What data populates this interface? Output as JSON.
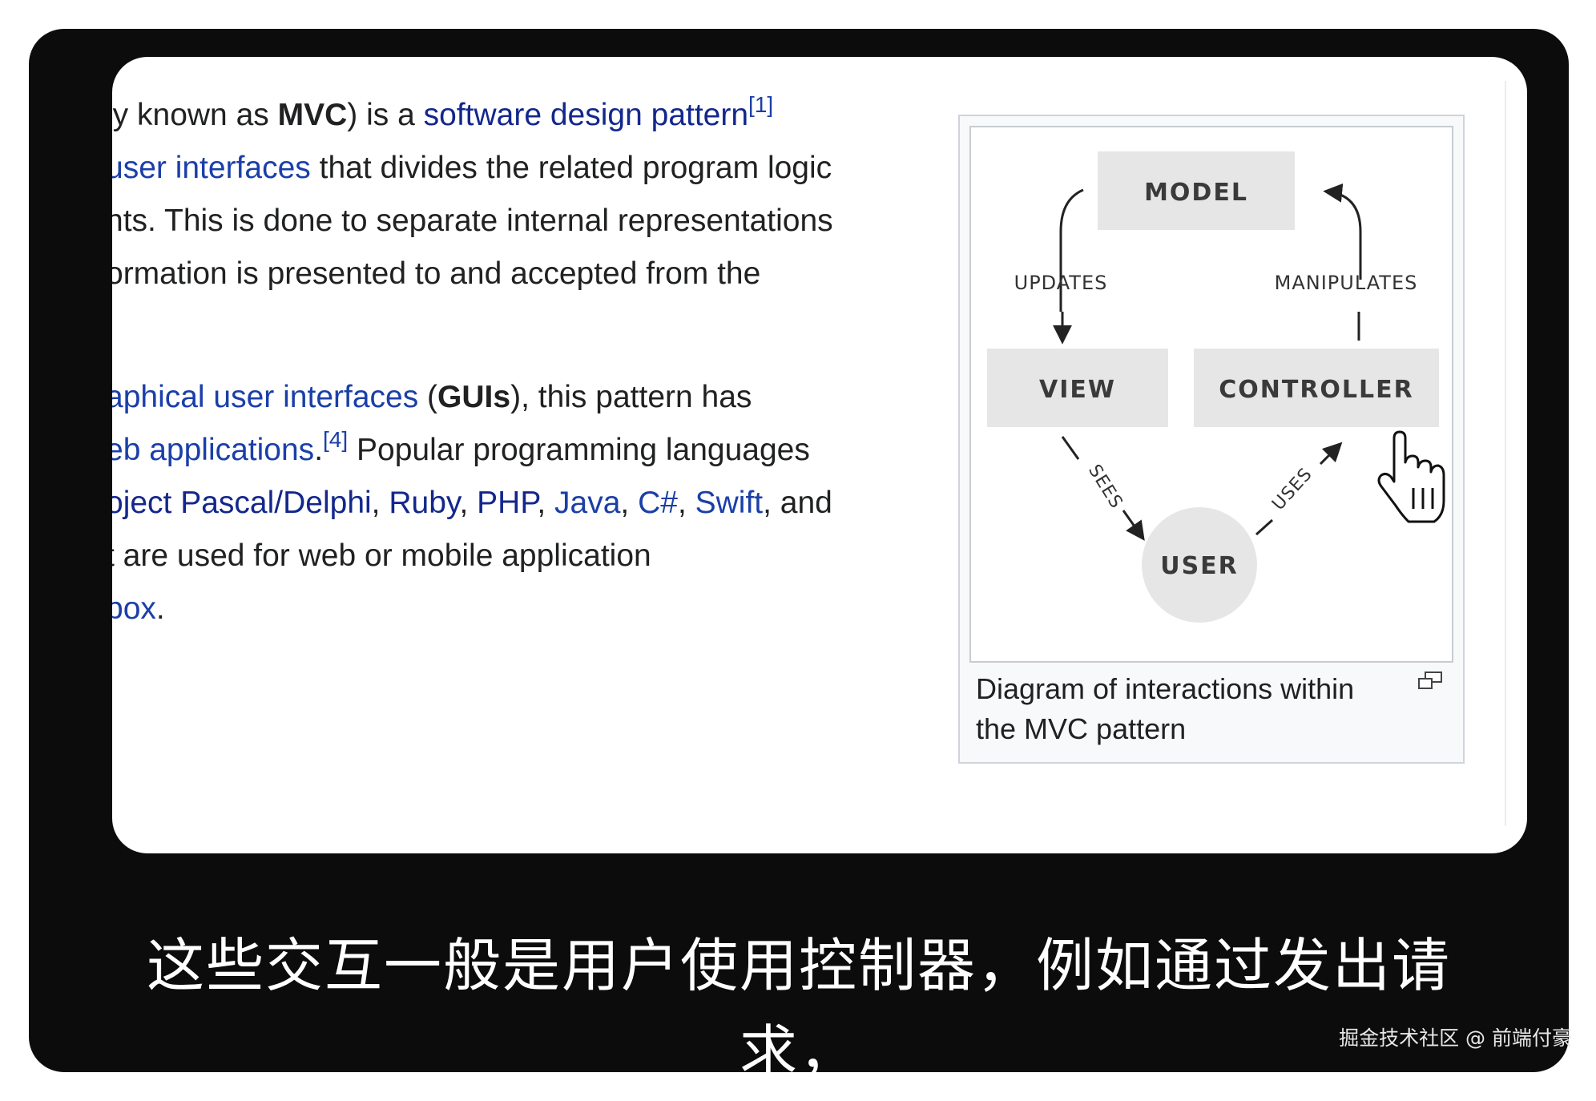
{
  "article": {
    "p1": {
      "l1": {
        "t1": "ly known as ",
        "b1": "MVC",
        "t2": ") is a ",
        "link1": "software design pattern",
        "ref1": "[1]"
      },
      "l2": {
        "link1": "user interfaces",
        "t1": " that divides the related program logic"
      },
      "l3": {
        "t1": "nts. This is done to separate internal representations"
      },
      "l4": {
        "t1": "ormation is presented to and accepted from the"
      }
    },
    "p2": {
      "l1": {
        "link1": "aphical user interfaces",
        "t1": " (",
        "b1": "GUIs",
        "t2": "), this pattern has"
      },
      "l2": {
        "link1": "eb applications",
        "t1": ".",
        "ref1": "[4]",
        "t2": " Popular programming languages"
      },
      "l3": {
        "link1": "oject Pascal/Delphi",
        "s1": ", ",
        "link2": "Ruby",
        "s2": ", ",
        "link3": "PHP",
        "s3": ", ",
        "link4": "Java",
        "s4": ", ",
        "link5": "C#",
        "s5": ", ",
        "link6": "Swift",
        "t1": ", and"
      },
      "l4": {
        "t1": "t are used for web or mobile application"
      },
      "l5": {
        "link1": "box",
        "t1": "."
      }
    }
  },
  "diagram": {
    "model": "MODEL",
    "view": "VIEW",
    "controller": "CONTROLLER",
    "user": "USER",
    "updates": "UPDATES",
    "manipulates": "MANIPULATES",
    "sees": "SEES",
    "uses": "USES",
    "caption_line1": "Diagram of interactions within",
    "caption_line2": "the MVC pattern",
    "box_color": "#e6e6e6",
    "text_color": "#3a3a3a"
  },
  "subtitle": {
    "line1": "这些交互一般是用户使用控制器，例如通过发出请",
    "line2": "求，"
  },
  "watermark": "掘金技术社区 @ 前端付豪",
  "colors": {
    "link": "#1a3fa8",
    "link_visited": "#13278c",
    "background": "#0c0c0c"
  }
}
